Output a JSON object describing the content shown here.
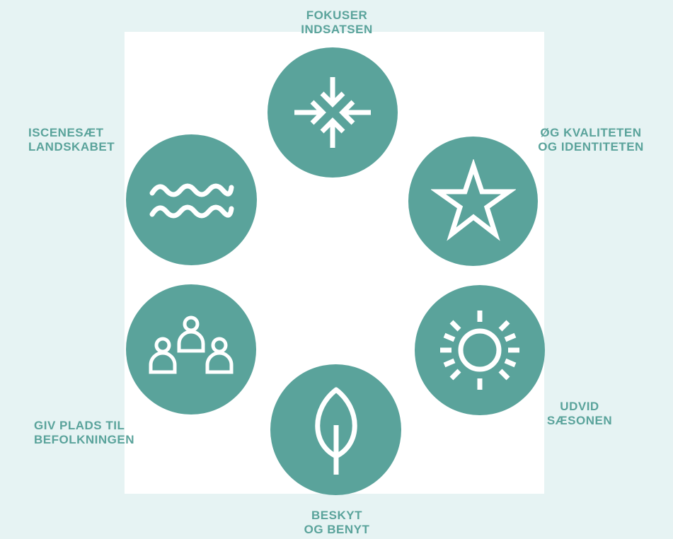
{
  "diagram": {
    "colors": {
      "background": "#e6f3f3",
      "panel": "#ffffff",
      "accent": "#5aa39b",
      "icon": "#ffffff"
    },
    "items": [
      {
        "id": "fokuser",
        "icon": "arrows-converge-icon",
        "label_lines": [
          "FOKUSER",
          "INDSATSEN"
        ]
      },
      {
        "id": "kvalitet",
        "icon": "star-icon",
        "label_lines": [
          "ØG KVALITETEN",
          "OG IDENTITETEN"
        ]
      },
      {
        "id": "saeson",
        "icon": "sun-icon",
        "label_lines": [
          "UDVID",
          "SÆSONEN"
        ]
      },
      {
        "id": "beskyt",
        "icon": "leaf-icon",
        "label_lines": [
          "BESKYT",
          "OG BENYT"
        ]
      },
      {
        "id": "befolkning",
        "icon": "people-icon",
        "label_lines": [
          "GIV PLADS TIL",
          "BEFOLKNINGEN"
        ]
      },
      {
        "id": "landskab",
        "icon": "waves-icon",
        "label_lines": [
          "ISCENESÆT",
          "LANDSKABET"
        ]
      }
    ]
  }
}
